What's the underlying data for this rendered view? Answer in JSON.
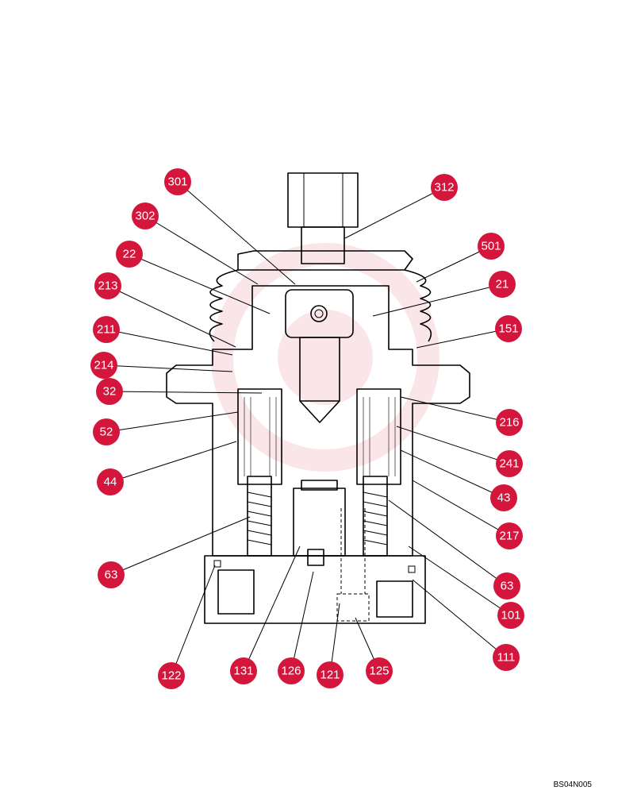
{
  "drawing_code": "BS04N005",
  "colors": {
    "badge": "#d4163c",
    "badge_text": "#ffffff",
    "line": "#000000",
    "watermark": "#f2b8bf"
  },
  "labels": [
    "301",
    "312",
    "302",
    "501",
    "22",
    "21",
    "213",
    "211",
    "151",
    "214",
    "32",
    "216",
    "52",
    "241",
    "44",
    "43",
    "217",
    "63",
    "63",
    "101",
    "111",
    "122",
    "131",
    "126",
    "121",
    "125"
  ]
}
